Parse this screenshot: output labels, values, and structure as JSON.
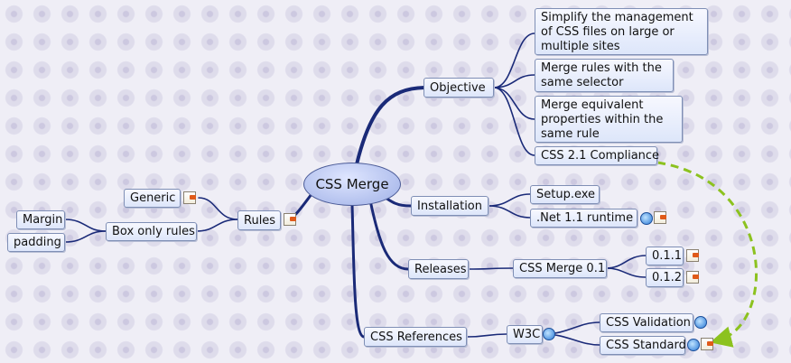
{
  "map": {
    "center": "CSS Merge",
    "objective": {
      "label": "Objective",
      "items": [
        "Simplify the management of CSS files on large or multiple sites",
        "Merge rules with the same selector",
        "Merge equivalent properties within the same rule",
        "CSS 2.1 Compliance"
      ]
    },
    "installation": {
      "label": "Installation",
      "items": [
        "Setup.exe",
        ".Net 1.1 runtime"
      ]
    },
    "releases": {
      "label": "Releases",
      "child": "CSS Merge 0.1",
      "versions": [
        "0.1.1",
        "0.1.2"
      ]
    },
    "references": {
      "label": "CSS References",
      "child": "W3C",
      "items": [
        "CSS Validation",
        "CSS Standard"
      ]
    },
    "rules": {
      "label": "Rules",
      "generic": "Generic",
      "box_only": "Box only rules",
      "box_items": [
        "Margin",
        "padding"
      ]
    }
  },
  "colors": {
    "branch": "#1a2a78",
    "link_arrow": "#8cc21f",
    "node_border": "#7f8fb5"
  },
  "icons": {
    "note": "note-attachment-icon",
    "hyperlink": "hyperlink-icon"
  }
}
